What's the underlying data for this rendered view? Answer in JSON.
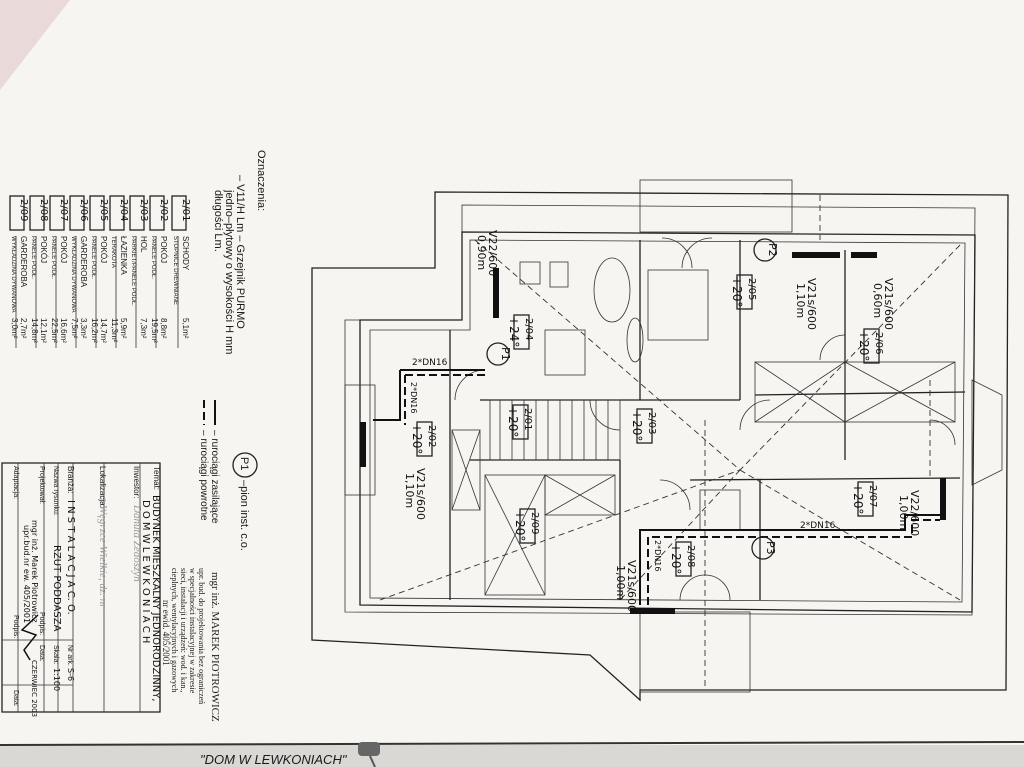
{
  "legend": {
    "title": "Oznaczenia:",
    "radiator_line1": "– V11/H Lm – Grzejnik PURMO",
    "radiator_line2": "jedno–płytowy o wysokości H mm",
    "radiator_line3": "długości Lm.",
    "riser_symbol": "P1",
    "riser_desc": "–pion inst. c.o.",
    "pipe_supply": "– rurociągi zasilające",
    "pipe_return": "– rurociągi powrotne"
  },
  "rooms_table": [
    {
      "no": "2/01",
      "name": "SCHODY",
      "finish": "STOPNICE DREWNIANE",
      "area1": "5,1m²",
      "area2": ""
    },
    {
      "no": "2/02",
      "name": "POKÓJ",
      "finish": "PANELE PODŁ.",
      "area1": "8,8m²",
      "area2": "19,5m²"
    },
    {
      "no": "2/03",
      "name": "HOL",
      "finish": "PARKIET/PANELE PODŁ.",
      "area1": "7,3m²",
      "area2": ""
    },
    {
      "no": "2/04",
      "name": "ŁAZIENKA",
      "finish": "TERAKOTA",
      "area1": "5,9m²",
      "area2": "11,3m²"
    },
    {
      "no": "2/05",
      "name": "POKÓJ",
      "finish": "PANELE PODŁ.",
      "area1": "14,7m²",
      "area2": "16,2m²"
    },
    {
      "no": "2/06",
      "name": "GARDEROBA",
      "finish": "WYKŁADZINA DYWANOWA",
      "area1": "3,3m²",
      "area2": "7,5m²"
    },
    {
      "no": "2/07",
      "name": "POKÓJ",
      "finish": "PANELE PODŁ.",
      "area1": "16,6m²",
      "area2": "22,5m²"
    },
    {
      "no": "2/08",
      "name": "POKÓJ",
      "finish": "PANELE PODŁ.",
      "area1": "12,1m²",
      "area2": "14,8m²"
    },
    {
      "no": "2/09",
      "name": "GARDEROBA",
      "finish": "WYKŁADZINA DYWANOWA",
      "area1": "2,7m²",
      "area2": "3,0m²"
    }
  ],
  "stamp": {
    "line1": "mgr inż. MAREK PIOTROWICZ",
    "line2": "upr. bud. do projektowania bez ograniczeń",
    "line3": "w specjalności instalacyjnej w zakresie",
    "line4": "sieci, instalacji i urządzeń: wod. i kan.,",
    "line5": "cieplnych, wentylacyjnych i gazowych",
    "line6": "nr ewid. 405/2001"
  },
  "title_block": {
    "temat_label": "Temat:",
    "temat": "BUDYNEK MIESZKALNY JEDNORODZINNY,",
    "temat2": "D O M   W   L E W K O N I A C H",
    "inwestor_label": "Inwestor:",
    "inwestor": "Danuta Zedoszyn",
    "lokalizacja_label": "Lokalizacja:",
    "lokalizacja": "Węgrzce Wielkie, dz. nr",
    "branza_label": "Branża:",
    "branza": "I N S T A L A C J A   C. O.",
    "nazwa_label": "Nazwa rysunku:",
    "nazwa": "RZUT PODDASZA",
    "projektowal_label": "Projektował:",
    "projektowal1": "mgr inż. Marek Piotrowicz",
    "projektowal2": "upr.bud.nr ew. 405/2001",
    "podpis_label": "Podpis:",
    "adaptacja_label": "Adaptacja:",
    "podpis2_label": "Podpis:",
    "nr_ark_label": "Nr ark.",
    "nr_ark": "S-6",
    "skala_label": "Skala:",
    "skala": "1:100",
    "data_label": "Data:",
    "data": "CZERWIEC 2003",
    "data2_label": "Data:"
  },
  "plan": {
    "rooms": [
      {
        "no": "2/01",
        "temp": "+20°"
      },
      {
        "no": "2/02",
        "temp": "+20°"
      },
      {
        "no": "2/03",
        "temp": "+20°"
      },
      {
        "no": "2/04",
        "temp": "+24°"
      },
      {
        "no": "2/05",
        "temp": "+20°"
      },
      {
        "no": "2/06",
        "temp": "+20°"
      },
      {
        "no": "2/07",
        "temp": "+20°"
      },
      {
        "no": "2/08",
        "temp": "+20°"
      },
      {
        "no": "2/09",
        "temp": "+20°"
      }
    ],
    "radiators": [
      {
        "type": "V22/600",
        "len": "0,90m"
      },
      {
        "type": "V21s/600",
        "len": "1,10m"
      },
      {
        "type": "V21s/600",
        "len": "0,60m"
      },
      {
        "type": "V22/600",
        "len": "1,00m"
      },
      {
        "type": "V21s/600",
        "len": "1,00m"
      },
      {
        "type": "V21s/600",
        "len": "1,10m"
      }
    ],
    "pipes": [
      "2*DN16",
      "2*DN16",
      "2*DN16",
      "2*DN16"
    ],
    "risers": [
      "P1",
      "P2",
      "P3"
    ]
  },
  "footer_text": "\"DOM W LEWKONIACH\""
}
